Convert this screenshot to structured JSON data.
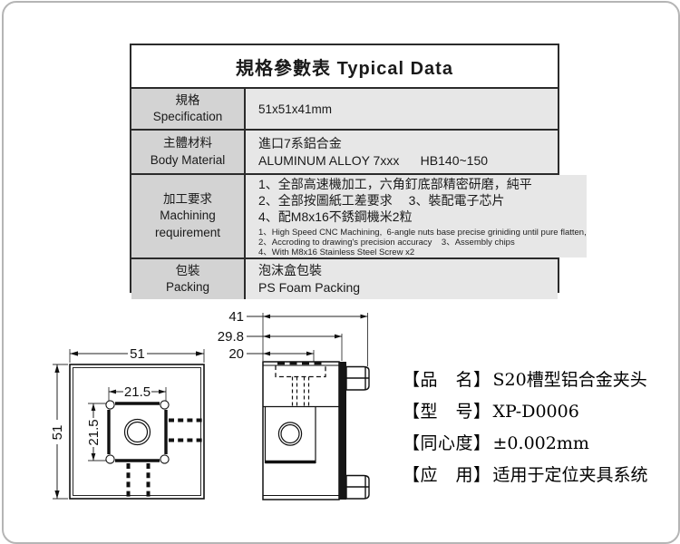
{
  "table": {
    "title": "規格參數表  Typical Data",
    "border_color": "#2b2b2b",
    "label_bg": "#d3d3d3",
    "value_bg": "#e7e7e7",
    "rows": [
      {
        "label_zh": "規格",
        "label_en": "Specification",
        "values": [
          "51x51x41mm"
        ]
      },
      {
        "label_zh": "主體材料",
        "label_en": "Body Material",
        "values": [
          "進口7系鋁合金",
          "ALUMINUM ALLOY 7xxx      HB140~150"
        ]
      },
      {
        "label_zh": "加工要求",
        "label_en": "Machining requirement",
        "zh_lines": [
          "1、全部高速機加工，六角釘底部精密研磨，純平",
          "2、全部按圖紙工差要求　 3、裝配電子芯片",
          "4、配M8x16不銹鋼機米2粒"
        ],
        "en_lines": [
          "1、High Speed CNC Machining,  6-angle nuts base precise griniding until pure flatten,",
          "2、Accroding to drawing's precision accuracy    3、Assembly chips",
          "4、With M8x16 Stainless Steel Screw x2"
        ]
      },
      {
        "label_zh": "包裝",
        "label_en": "Packing",
        "values": [
          "泡沫盒包裝",
          "PS Foam Packing"
        ]
      }
    ]
  },
  "front_view": {
    "width_dim": "51",
    "height_dim": "51",
    "slot_width_dim": "21.5",
    "slot_height_dim": "21.5"
  },
  "side_view": {
    "depth_dim": "41",
    "body_dim": "29.8",
    "slot_dim": "20"
  },
  "product_info": {
    "lines": [
      {
        "label": "【品　名】",
        "value": "S20槽型铝合金夹头"
      },
      {
        "label": "【型　号】",
        "value": "XP-D0006"
      },
      {
        "label": "【同心度】",
        "value": "±0.002mm"
      },
      {
        "label": "【应　用】",
        "value": "适用于定位夹具系统"
      }
    ]
  }
}
